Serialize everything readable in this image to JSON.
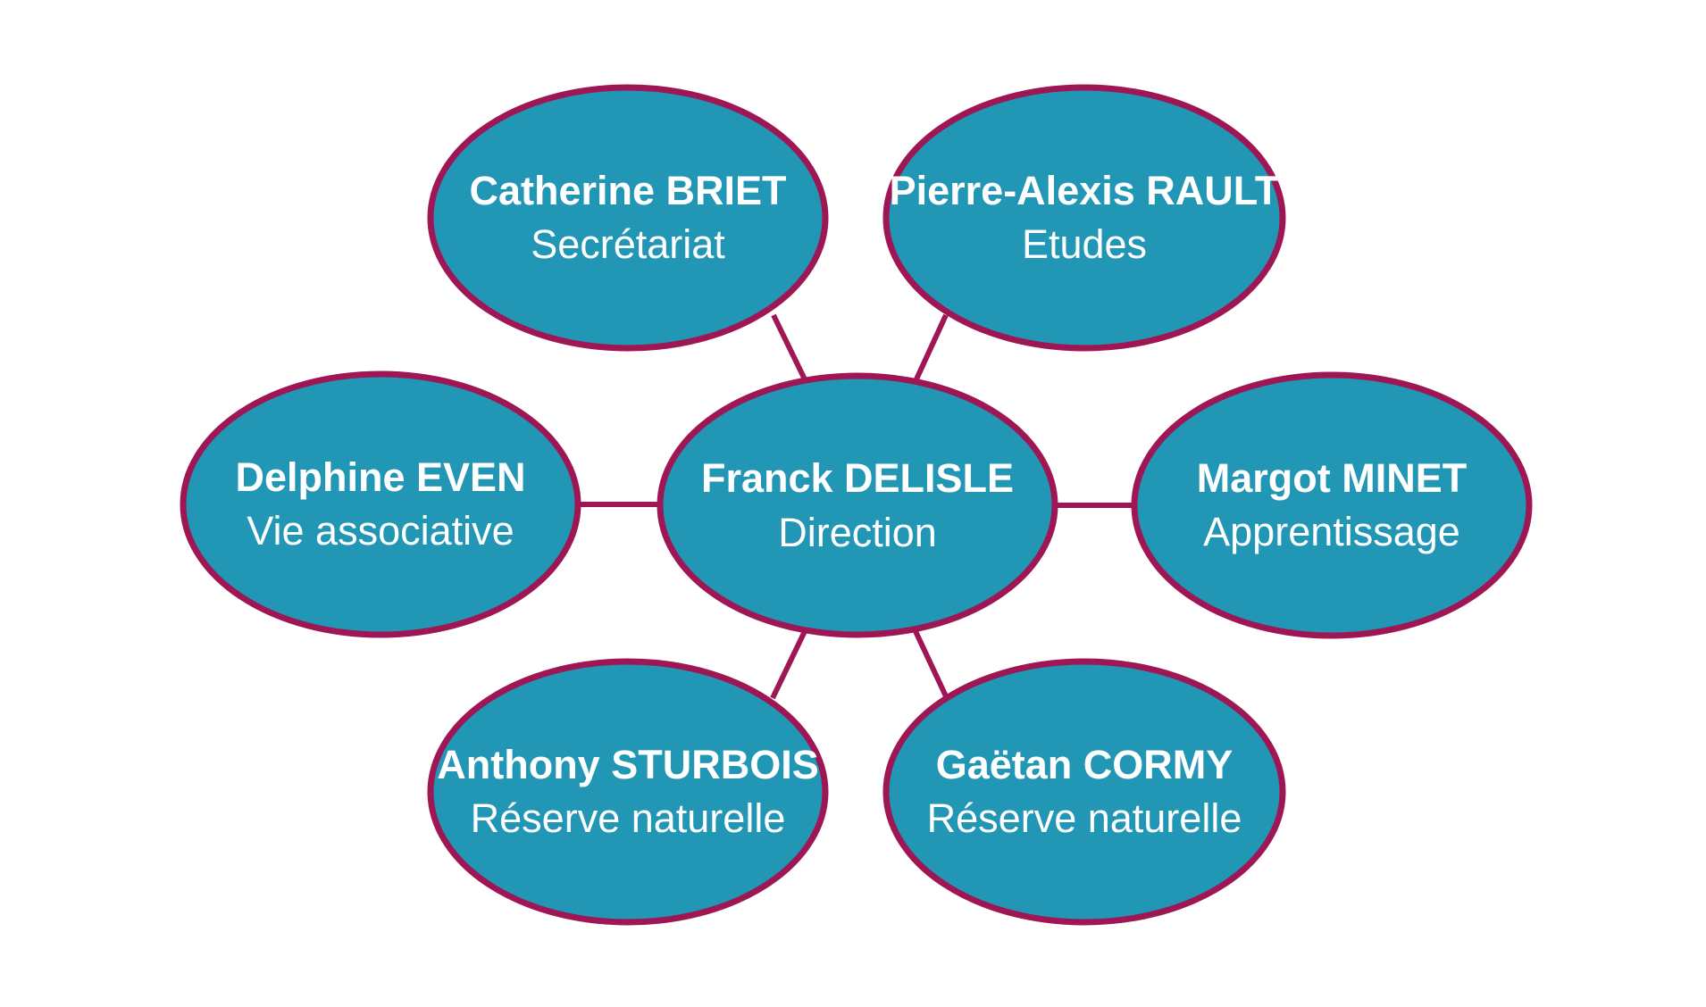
{
  "colors": {
    "bubble_fill": "#2196B5",
    "bubble_stroke": "#9E1654",
    "connector": "#9E1654",
    "text": "#FFFFFF",
    "background": "#FFFFFF"
  },
  "center": {
    "name": "Franck DELISLE",
    "role": "Direction"
  },
  "members": [
    {
      "name": "Catherine BRIET",
      "role": "Secrétariat"
    },
    {
      "name": "Pierre-Alexis RAULT",
      "role": "Etudes"
    },
    {
      "name": "Delphine EVEN",
      "role": "Vie associative"
    },
    {
      "name": "Margot MINET",
      "role": "Apprentissage"
    },
    {
      "name": "Anthony STURBOIS",
      "role": "Réserve naturelle"
    },
    {
      "name": "Gaëtan CORMY",
      "role": "Réserve naturelle"
    }
  ]
}
